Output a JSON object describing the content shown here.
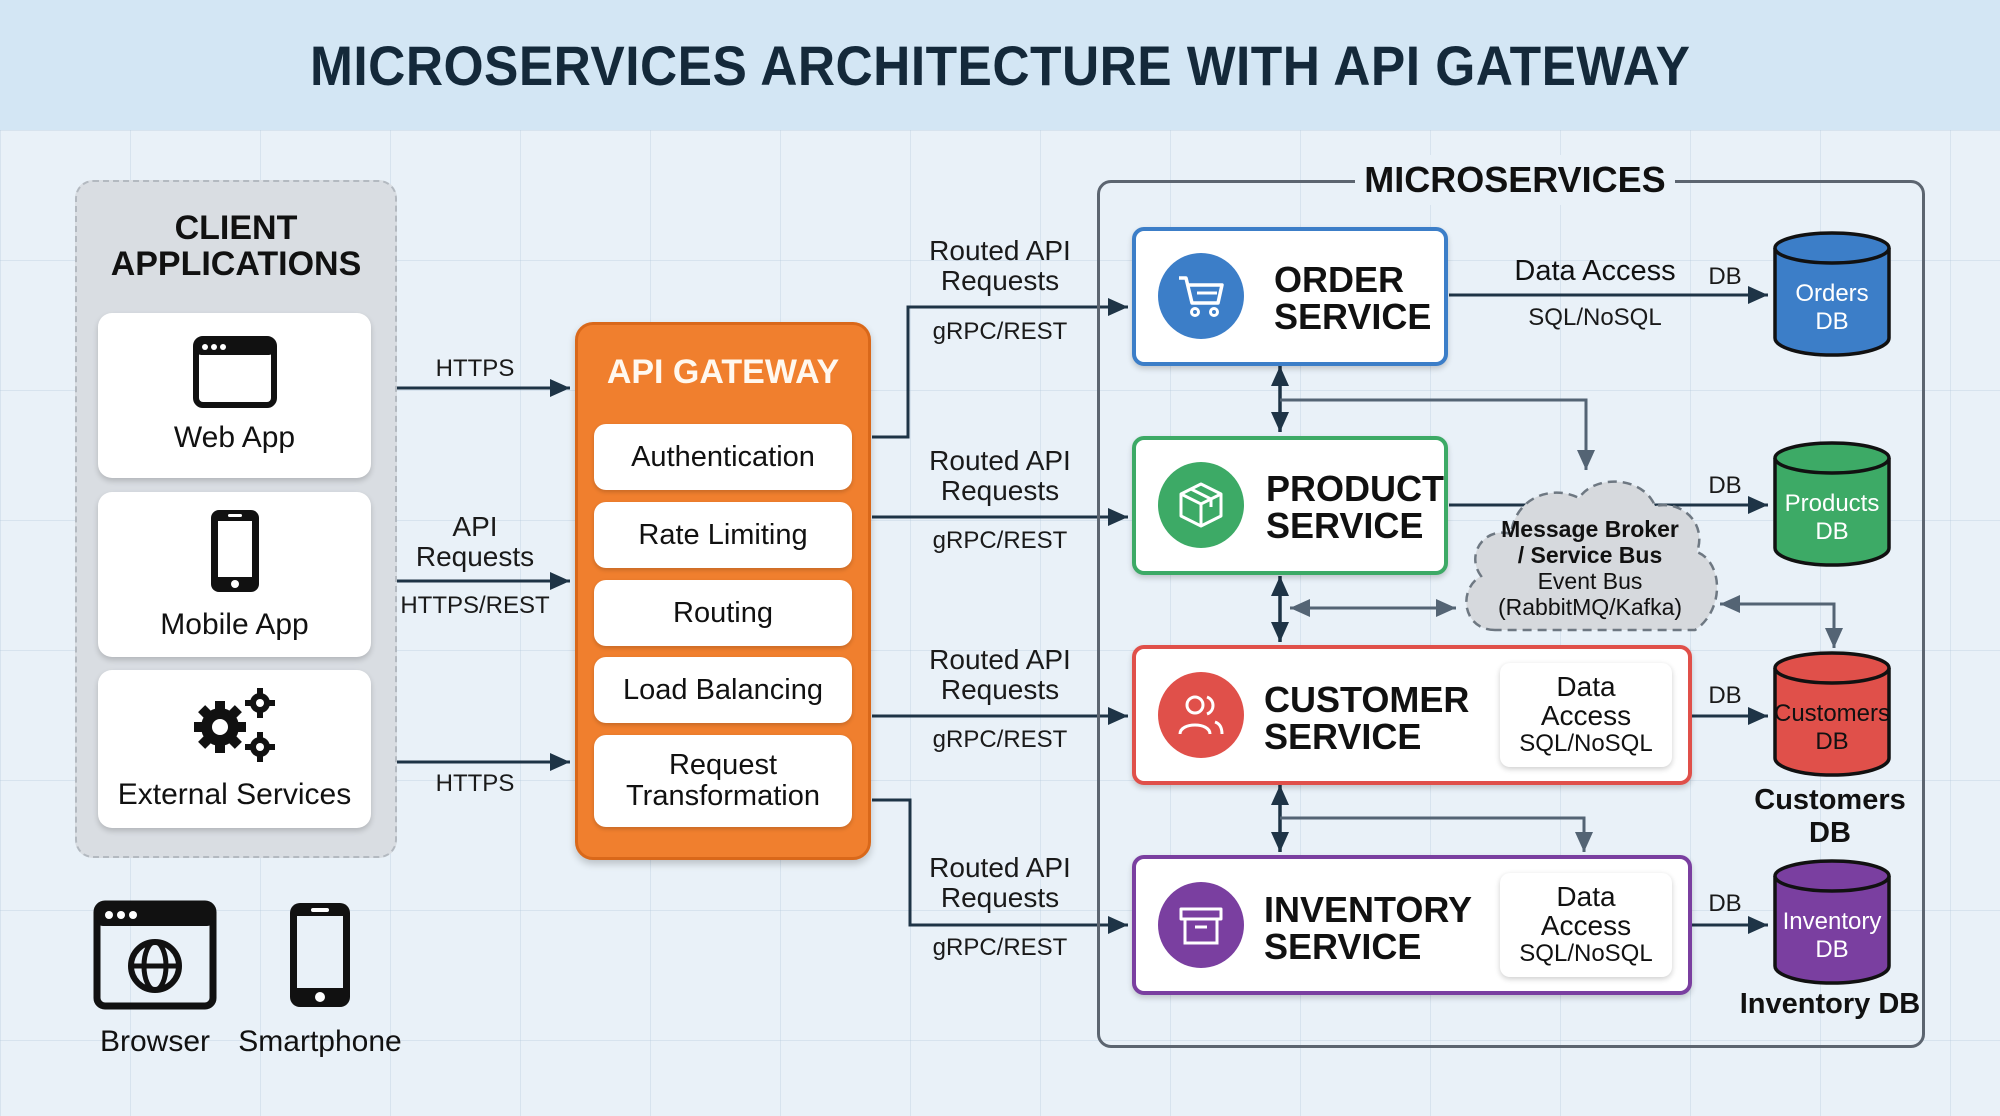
{
  "title": "MICROSERVICES ARCHITECTURE WITH API GATEWAY",
  "colors": {
    "gateway": "#f07f2e",
    "order": "#3c7ec8",
    "product": "#3daa66",
    "customer": "#e0504a",
    "inventory": "#7a3fa0",
    "arrow": "#1e3446",
    "arrow_secondary": "#546474"
  },
  "clients": {
    "title_line1": "CLIENT",
    "title_line2": "APPLICATIONS",
    "items": [
      {
        "label": "Web App",
        "icon": "browser-window-icon"
      },
      {
        "label": "Mobile App",
        "icon": "smartphone-icon"
      },
      {
        "label": "External Services",
        "icon": "gears-icon"
      }
    ],
    "legend": [
      {
        "label": "Browser",
        "icon": "browser-globe-icon"
      },
      {
        "label": "Smartphone",
        "icon": "smartphone-icon"
      }
    ]
  },
  "client_links": [
    {
      "top": "HTTPS",
      "bottom": ""
    },
    {
      "top_line1": "API",
      "top_line2": "Requests",
      "bottom": "HTTPS/REST"
    },
    {
      "top": "",
      "bottom": "HTTPS"
    }
  ],
  "gateway": {
    "title": "API GATEWAY",
    "features": [
      "Authentication",
      "Rate Limiting",
      "Routing",
      "Load Balancing"
    ],
    "feature5_line1": "Request",
    "feature5_line2": "Transformation"
  },
  "routes": [
    {
      "line1": "Routed API",
      "line2": "Requests",
      "protocol": "gRPC/REST"
    },
    {
      "line1": "Routed API",
      "line2": "Requests",
      "protocol": "gRPC/REST"
    },
    {
      "line1": "Routed API",
      "line2": "Requests",
      "protocol": "gRPC/REST"
    },
    {
      "line1": "Routed API",
      "line2": "Requests",
      "protocol": "gRPC/REST"
    }
  ],
  "microservices": {
    "title": "MICROSERVICES",
    "services": [
      {
        "line1": "ORDER",
        "line2": "SERVICE",
        "icon": "shopping-cart-icon"
      },
      {
        "line1": "PRODUCT",
        "line2": "SERVICE",
        "icon": "package-box-icon"
      },
      {
        "line1": "CUSTOMER",
        "line2": "SERVICE",
        "icon": "users-icon"
      },
      {
        "line1": "INVENTORY",
        "line2": "SERVICE",
        "icon": "archive-box-icon"
      }
    ],
    "data_access": {
      "line1": "Data",
      "line2": "Access",
      "line3": "SQL/NoSQL"
    },
    "order_link": {
      "top": "Data Access",
      "bottom": "SQL/NoSQL",
      "tag": "DB"
    },
    "db_tag": "DB",
    "broker": {
      "line1": "Message Broker",
      "line2": "/ Service Bus",
      "line3": "Event Bus",
      "line4": "(RabbitMQ/Kafka)"
    },
    "databases": [
      {
        "line1": "Orders",
        "line2": "DB",
        "caption": ""
      },
      {
        "line1": "Products",
        "line2": "DB",
        "caption": ""
      },
      {
        "line1": "Customers",
        "line2": "DB",
        "caption": "Customers DB"
      },
      {
        "line1": "Inventory",
        "line2": "DB",
        "caption": "Inventory DB"
      }
    ]
  }
}
